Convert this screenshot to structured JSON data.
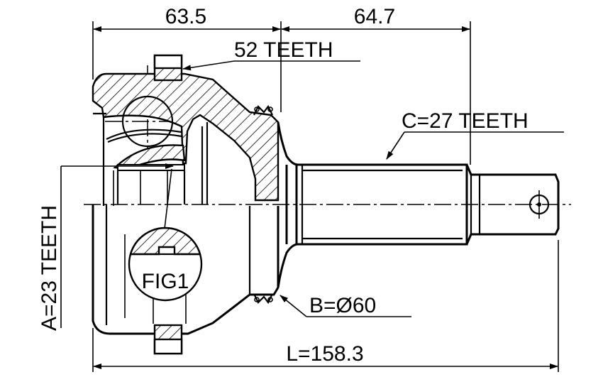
{
  "dimensions": {
    "left_length": "63.5",
    "right_length": "64.7",
    "total_length": "L=158.3"
  },
  "callouts": {
    "outer_teeth": "52 TEETH",
    "shaft_teeth": "C=27 TEETH",
    "inner_teeth": "A=23 TEETH",
    "seal_diameter": "B=Ø60",
    "detail": "FIG1"
  }
}
